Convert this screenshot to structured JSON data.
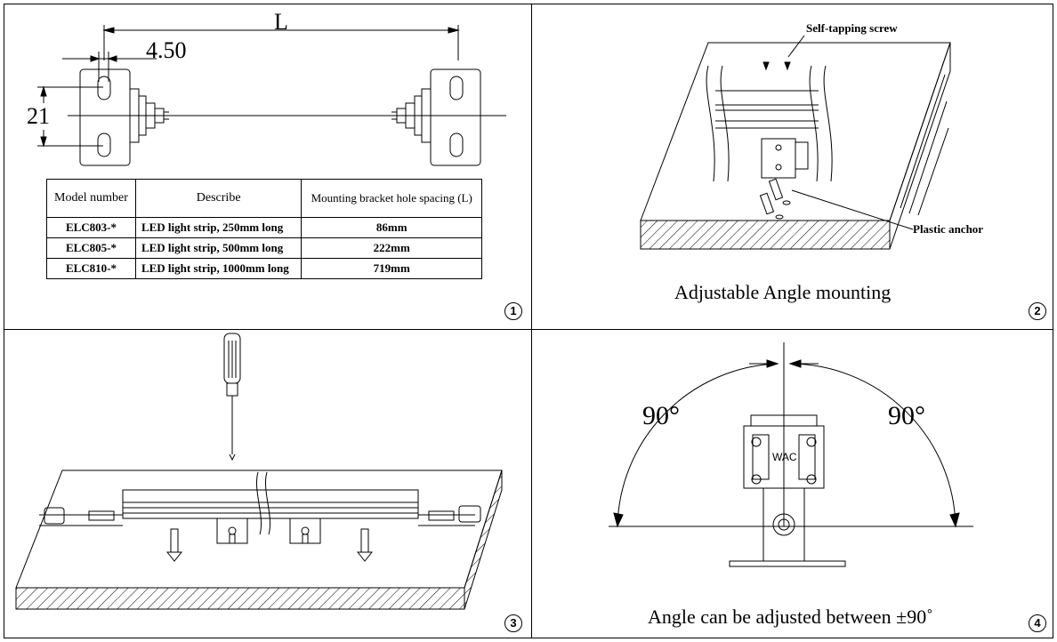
{
  "panel1": {
    "dim_L": "L",
    "dim_offset": "4.50",
    "dim_height": "21",
    "table": {
      "headers": [
        "Model number",
        "Describe",
        "Mounting bracket hole spacing (L)"
      ],
      "rows": [
        [
          "ELC803-*",
          "LED light strip, 250mm long",
          "86mm"
        ],
        [
          "ELC805-*",
          "LED light strip, 500mm long",
          "222mm"
        ],
        [
          "ELC810-*",
          "LED light strip, 1000mm long",
          "719mm"
        ]
      ]
    },
    "number": "1"
  },
  "panel2": {
    "label_screw": "Self-tapping screw",
    "label_anchor": "Plastic anchor",
    "caption": "Adjustable Angle mounting",
    "number": "2"
  },
  "panel3": {
    "number": "3"
  },
  "panel4": {
    "angle_left": "90°",
    "angle_right": "90°",
    "brand": "WAC",
    "caption": "Angle can be adjusted between ±90˚",
    "number": "4"
  }
}
